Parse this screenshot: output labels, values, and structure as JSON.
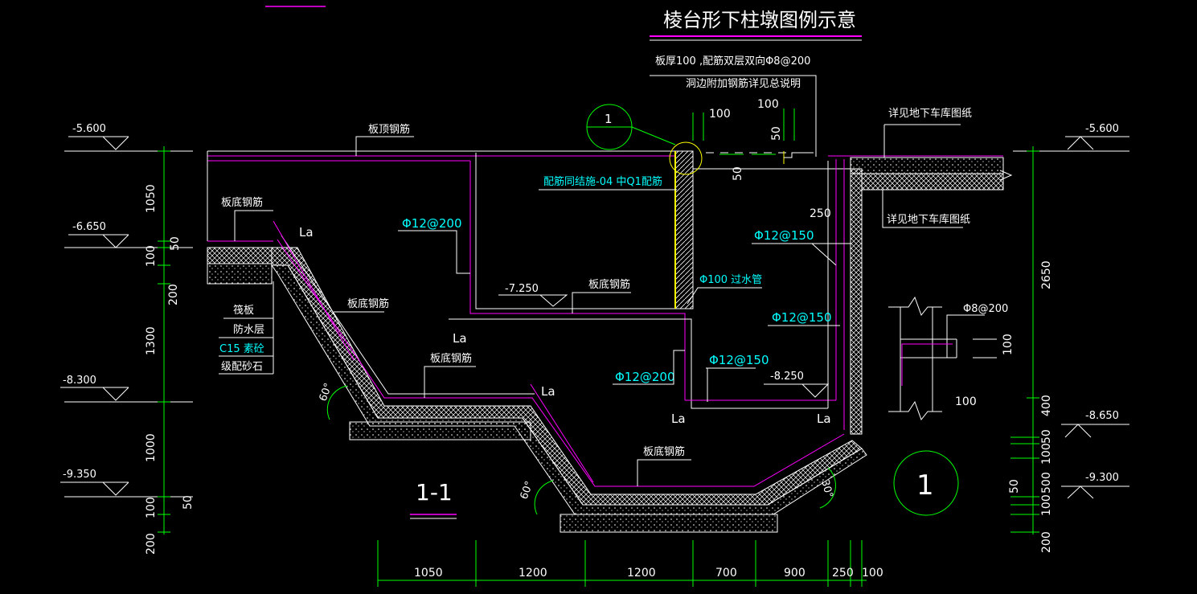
{
  "title": "棱台形下柱墩图例示意",
  "section_label": "1-1",
  "detail_marker": "1",
  "notes": {
    "slab_note_1": "板厚100 ,配筋双层双向Φ8@200",
    "slab_note_2": "洞边附加钢筋详见总说明",
    "see_garage_1": "详见地下车库图纸",
    "see_garage_2": "详见地下车库图纸",
    "top_rebar": "板顶钢筋",
    "bottom_rebar_left": "板底钢筋",
    "bottom_rebar_slope": "板底钢筋",
    "bottom_rebar_mid": "板底钢筋",
    "bottom_rebar_inner": "板底钢筋",
    "bottom_rebar_deep": "板底钢筋",
    "wall_rebar": "配筋同结施-04 中Q1配筋",
    "drain_pipe": "Φ100 过水管"
  },
  "layers": [
    "筏板",
    "防水层",
    "C15 素砼",
    "级配砂石"
  ],
  "rebar": {
    "r1": "Φ12@200",
    "r2": "Φ12@150",
    "r3": "Φ12@150",
    "r4": "Φ12@150",
    "r5": "Φ12@200",
    "detail": "Φ8@200"
  },
  "anchor": "La",
  "levels": {
    "l1": "-5.600",
    "l2": "-6.650",
    "l3": "-8.300",
    "l4": "-9.350",
    "l5": "-7.250",
    "l6": "-8.250",
    "r1": "-5.600",
    "r2": "-8.650",
    "r3": "-9.300"
  },
  "angles": {
    "a1": "60°",
    "a2": "60°",
    "a3": "30°"
  },
  "dims_bottom": [
    "1050",
    "1200",
    "1200",
    "700",
    "900",
    "250",
    "100"
  ],
  "dims_left": [
    "1050",
    "50",
    "100",
    "200",
    "1300",
    "1000",
    "100",
    "50",
    "200"
  ],
  "dims_right": [
    "2650",
    "400",
    "50",
    "100",
    "500",
    "50",
    "100",
    "200"
  ],
  "dims_misc": {
    "d100a": "100",
    "d100b": "100",
    "d50a": "50",
    "d50b": "50",
    "d250": "250",
    "d100c": "100",
    "d100d": "100"
  },
  "colors": {
    "line": "#ffffff",
    "rebar": "#ff00ff",
    "text_cyan": "#00ffff",
    "dim": "#00ff00",
    "concrete": "#ffff00"
  }
}
